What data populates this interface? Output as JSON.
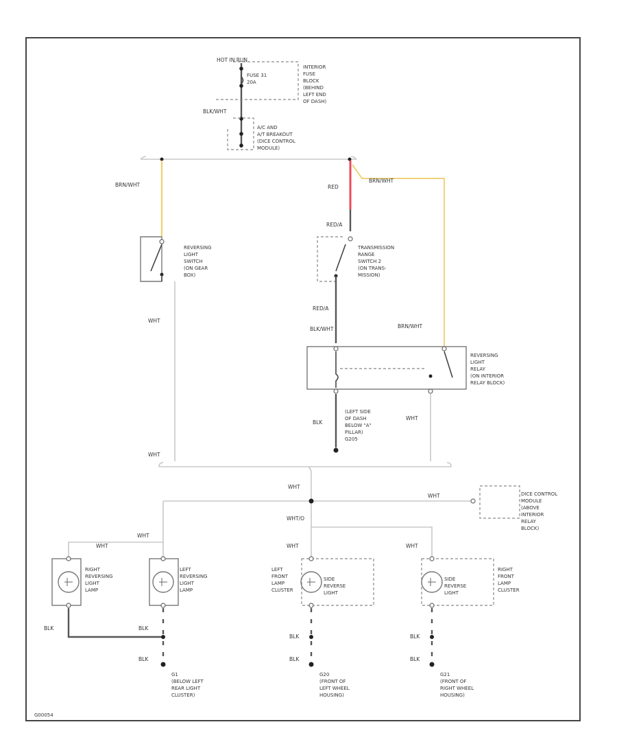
{
  "labels": {
    "hot_in_run": "HOT IN RUN",
    "fuse": "FUSE 31\n20A",
    "int_fuse_block": "INTERIOR\nFUSE\nBLOCK\n(BEHIND\nLEFT END\nOF DASH)",
    "blk_wht_top": "BLK/WHT",
    "module_top": "A/C AND\nA/T BREAKOUT\n(DICE CONTROL\nMODULE)",
    "brn_wht_left": "BRN/WHT",
    "red": "RED",
    "brn_wht_right": "BRN/WHT",
    "reversing_switch": "REVERSING\nLIGHT\nSWITCH\n(ON GEAR\nBOX)",
    "trans_switch": "TRANSMISSION\nRANGE\nSWITCH 2\n(ON TRANS-\nMISSION)",
    "red_a": "RED/A",
    "red_b": "RED/A",
    "wht_1": "WHT",
    "blk_wht_relay": "BLK/WHT",
    "brn_wht_relay": "BRN/WHT",
    "relay": "REVERSING\nLIGHT\nRELAY\n(ON INTERIOR\nRELAY BLOCK)",
    "blk_ground": "BLK",
    "ground_loc": "(LEFT SIDE\nOF DASH\nBELOW \"A\"\nPILLAR)\nG205",
    "wht_relay_out": "WHT",
    "wht_bus": "WHT",
    "wht_splice": "WHT",
    "wht_to_dice": "WHT",
    "dice_module": "DICE CONTROL\nMODULE\n(ABOVE\nINTERIOR\nRELAY\nBLOCK)",
    "wht_r_lamp": "WHT",
    "wht_l_lamp": "WHT",
    "wht_branch": "WHT/O",
    "wht_side_l": "WHT",
    "wht_side_r": "WHT",
    "right_rev_lamp": "RIGHT\nREVERSING\nLIGHT\nLAMP",
    "left_rev_lamp": "LEFT\nREVERSING\nLIGHT\nLAMP",
    "left_front_cluster": "LEFT\nFRONT\nLAMP\nCLUSTER",
    "side_reverse_l": "SIDE\nREVERSE\nLIGHT",
    "side_reverse_r": "SIDE\nREVERSE\nLIGHT",
    "right_front_cluster": "RIGHT\nFRONT\nLAMP\nCLUSTER",
    "blk_1": "BLK",
    "blk_2": "BLK",
    "blk_3": "BLK",
    "blk_4": "BLK",
    "blk_5": "BLK",
    "blk_6": "BLK",
    "blk_7": "BLK",
    "g1": "G1\n(BELOW LEFT\nREAR LIGHT\nCLUSTER)",
    "g20": "G20\n(FRONT OF\nLEFT WHEEL\nHOUSING)",
    "g21": "G21\n(FRONT OF\nRIGHT WHEEL\nHOUSING)",
    "figure_id": "G00054"
  },
  "colors": {
    "red_wire": "#f04a5a",
    "brn_wht_wire": "#f0d27a",
    "grey_wire": "#c8c8c8",
    "dark_wire": "#555555"
  }
}
